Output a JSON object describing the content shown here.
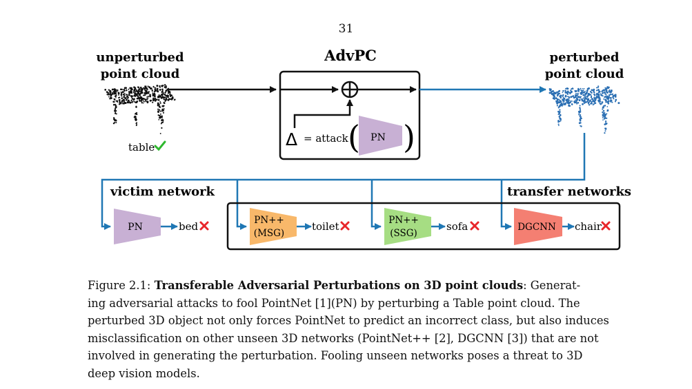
{
  "page_number": "31",
  "figure": {
    "label_unperturbed_line1": "unperturbed",
    "label_unperturbed_line2": "point cloud",
    "label_perturbed_line1": "perturbed",
    "label_perturbed_line2": "point cloud",
    "advpc_title": "AdvPC",
    "delta_symbol": "Δ",
    "attack_text": "= attack",
    "pn_label": "PN",
    "table_label": "table",
    "victim_network_label": "victim network",
    "transfer_networks_label": "transfer networks",
    "networks": [
      {
        "name": "PN",
        "output": "bed"
      },
      {
        "name_line1": "PN++",
        "name_line2": "(MSG)",
        "output": "toilet"
      },
      {
        "name_line1": "PN++",
        "name_line2": "(SSG)",
        "output": "sofa"
      },
      {
        "name": "DGCNN",
        "output": "chair"
      }
    ],
    "colors": {
      "arrow_blue": "#1f77b4",
      "pn_purple": "#c8b0d4",
      "msg_orange": "#f8b86a",
      "ssg_green": "#a6dd83",
      "dgcnn_red": "#f47f72",
      "check_green": "#2eb82e",
      "cross_red": "#e8262a",
      "cloud_black": "#111111",
      "cloud_blue": "#2b6fb3"
    }
  },
  "caption": {
    "prefix": "Figure 2.1: ",
    "bold": "Transferable Adversarial Perturbations on 3D point clouds",
    "lines": [
      ": Generat-",
      "ing adversarial attacks to fool PointNet [1](PN) by perturbing a Table point cloud. The",
      "perturbed 3D object not only forces PointNet to predict an incorrect class, but also induces",
      "misclassification on other unseen 3D networks (PointNet++ [2], DGCNN [3]) that are not",
      "involved in generating the perturbation. Fooling unseen networks poses a threat to 3D",
      "deep vision models."
    ]
  }
}
